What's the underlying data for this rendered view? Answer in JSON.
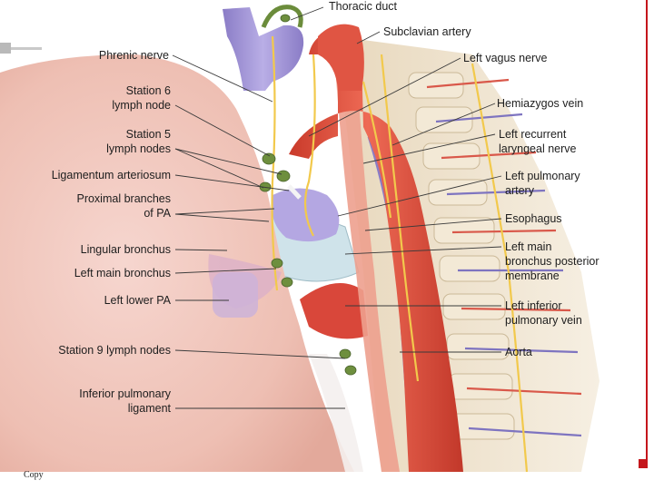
{
  "figure": {
    "labels": {
      "thoracic_duct": "Thoracic duct",
      "subclavian_artery": "Subclavian artery",
      "phrenic_nerve": "Phrenic nerve",
      "left_vagus_nerve": "Left vagus nerve",
      "station6_l1": "Station 6",
      "station6_l2": "lymph node",
      "hemiazygos_vein": "Hemiazygos vein",
      "station5_l1": "Station 5",
      "station5_l2": "lymph nodes",
      "left_recurrent_l1": "Left recurrent",
      "left_recurrent_l2": "laryngeal nerve",
      "ligamentum_arteriosum": "Ligamentum arteriosum",
      "left_pulmonary_artery_l1": "Left pulmonary",
      "left_pulmonary_artery_l2": "artery",
      "proximal_branches_l1": "Proximal branches",
      "proximal_branches_l2": "of PA",
      "esophagus": "Esophagus",
      "lingular_bronchus": "Lingular bronchus",
      "left_main_bronchus_membrane_l1": "Left main",
      "left_main_bronchus_membrane_l2": "bronchus posterior",
      "left_main_bronchus_membrane_l3": "membrane",
      "left_main_bronchus": "Left main bronchus",
      "left_lower_pa": "Left lower PA",
      "left_inferior_pulmonary_vein_l1": "Left inferior",
      "left_inferior_pulmonary_vein_l2": "pulmonary vein",
      "station9": "Station 9 lymph nodes",
      "aorta": "Aorta",
      "inferior_pulmonary_ligament_l1": "Inferior pulmonary",
      "inferior_pulmonary_ligament_l2": "ligament"
    },
    "colors": {
      "aorta": "#e0533f",
      "vein": "#9b8fd1",
      "lung": "#f1c7bd",
      "nerve": "#f2c94c",
      "lymph_node": "#6e8f3e",
      "spine": "#efe3cf"
    }
  },
  "footer": {
    "copyright": "Copy"
  },
  "slide": {
    "accent": "#c4161c"
  }
}
